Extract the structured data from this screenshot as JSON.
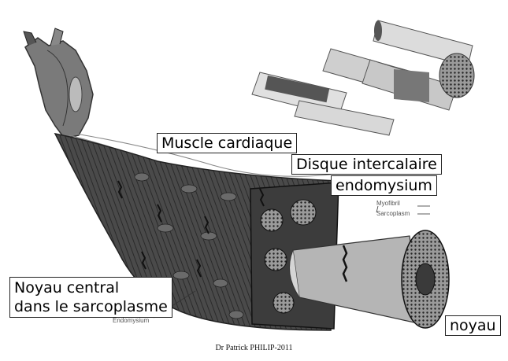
{
  "labels": {
    "muscle_cardiaque": "Muscle cardiaque",
    "disque_intercalaire": "Disque intercalaire",
    "endomysium": "endomysium",
    "noyau_central_line1": "Noyau central",
    "noyau_central_line2": "dans le sarcoplasme",
    "noyau": "noyau"
  },
  "small_labels": {
    "myofibril": "Myofibril",
    "sarcoplasm": "Sarcoplasm",
    "endomysium_small": "Endomysium"
  },
  "credit": "Dr Patrick PHILIP-2011"
}
